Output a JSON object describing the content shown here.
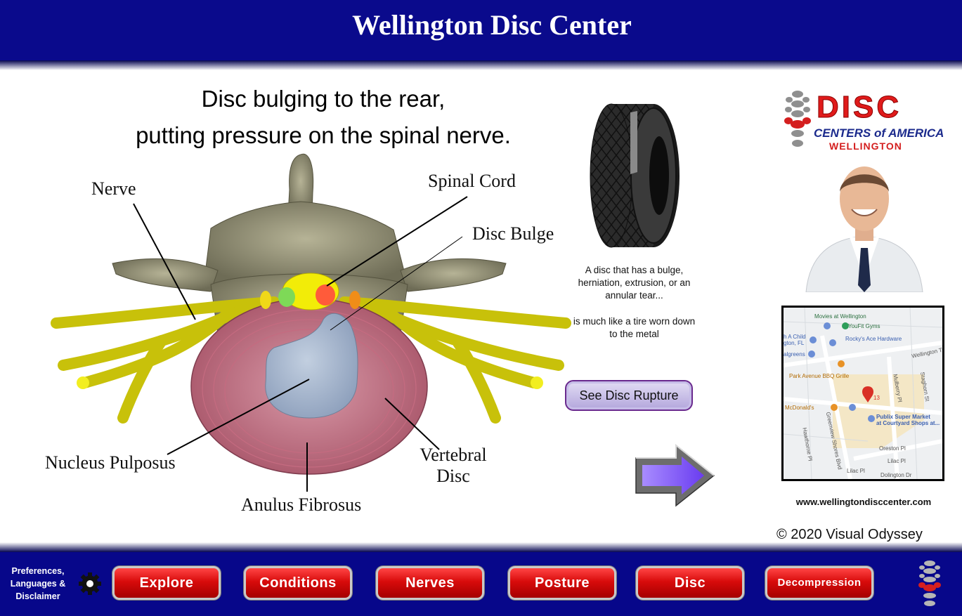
{
  "header": {
    "title": "Wellington Disc Center"
  },
  "main": {
    "headline_line1": "Disc bulging to the rear,",
    "headline_line2": "putting pressure on the spinal nerve.",
    "labels": {
      "nerve": "Nerve",
      "spinal_cord": "Spinal Cord",
      "disc_bulge": "Disc Bulge",
      "nucleus_pulposus": "Nucleus Pulposus",
      "anulus_fibrosus": "Anulus Fibrosus",
      "vertebral_line1": "Vertebral",
      "vertebral_line2": "Disc"
    },
    "tire_text_line1": "A disc that has a bulge, herniation, extrusion, or an annular tear...",
    "tire_text_line2": "is much like a tire worn down to the metal",
    "rupture_button": "See Disc  Rupture"
  },
  "side": {
    "logo": {
      "word": "DISC",
      "line2": "CENTERS of AMERICA",
      "line3": "WELLINGTON"
    },
    "map_labels": {
      "movies": "Movies at Wellington",
      "youfit": "YouFit Gyms",
      "child": "h A Child",
      "fl": "gton, FL",
      "rocky": "Rocky's Ace Hardware",
      "walgreens": "algreens",
      "wellington_trace": "Wellington Tr",
      "park_avenue": "Park Avenue BBQ Grille",
      "mulberry": "Mulberry Pl",
      "staghorn": "Staghorn St",
      "pin_number": "13",
      "mcdonalds": "McDonald's",
      "publix1": "Publix Super Market",
      "publix2": "at Courtyard Shops at...",
      "hawthorne": "Hawthorne Pl",
      "greenview": "Greenview Shores Blvd",
      "oreston": "Oreston Pl",
      "lilac": "Lilac Pl",
      "lilac2": "Lilac Pl",
      "dolington": "Dolington Dr"
    },
    "url": "www.wellingtondisccenter.com",
    "copyright": "© 2020 Visual Odyssey"
  },
  "footer": {
    "prefs_line1": "Preferences,",
    "prefs_line2": "Languages &",
    "prefs_line3": "Disclaimer",
    "nav": [
      "Explore",
      "Conditions",
      "Nerves",
      "Posture",
      "Disc",
      "Decompression"
    ]
  },
  "colors": {
    "header_blue": "#0a0a8c",
    "button_red": "#d80b0b",
    "logo_red": "#e01b1b",
    "logo_blue": "#1b2a8c"
  }
}
